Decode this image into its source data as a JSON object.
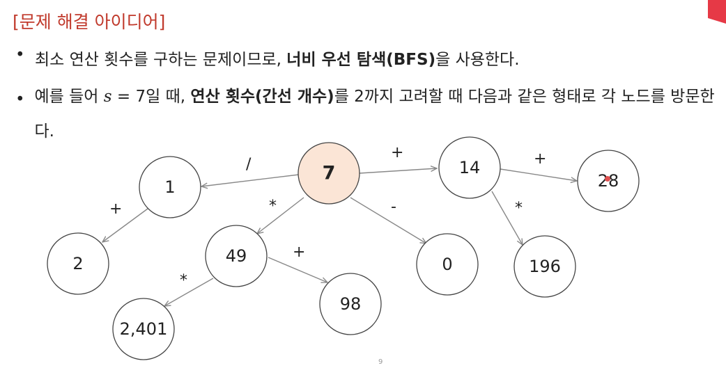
{
  "title": "[문제 해결 아이디어]",
  "bullets": {
    "b1": {
      "dot": "•",
      "pre": "최소 연산 횟수를 구하는 문제이므로, ",
      "bold": "너비 우선 탐색(BFS)",
      "post": "을 사용한다."
    },
    "b2": {
      "dot": "•",
      "pre": "예를 들어 ",
      "var": "s",
      "eq": " = 7일 때, ",
      "bold": "연산 횟수(간선 개수)",
      "post": "를 2까지 고려할 때 다음과 같은 형태로 각 노드를 방문한다."
    }
  },
  "tree": {
    "nodes": {
      "n7": "7",
      "n1": "1",
      "n14": "14",
      "n28": "28",
      "n2": "2",
      "n49": "49",
      "n0": "0",
      "n196": "196",
      "n98": "98",
      "n2401": "2,401"
    },
    "ops": {
      "div": "/",
      "plus_top": "+",
      "plus_14": "+",
      "mul_14": "*",
      "plus_1": "+",
      "mul_7": "*",
      "minus_7": "-",
      "plus_49": "+",
      "mul_49": "*"
    }
  },
  "page_number": "9",
  "colors": {
    "title": "#c0392b",
    "root_fill": "#fbe5d6",
    "corner": "#e63946"
  }
}
